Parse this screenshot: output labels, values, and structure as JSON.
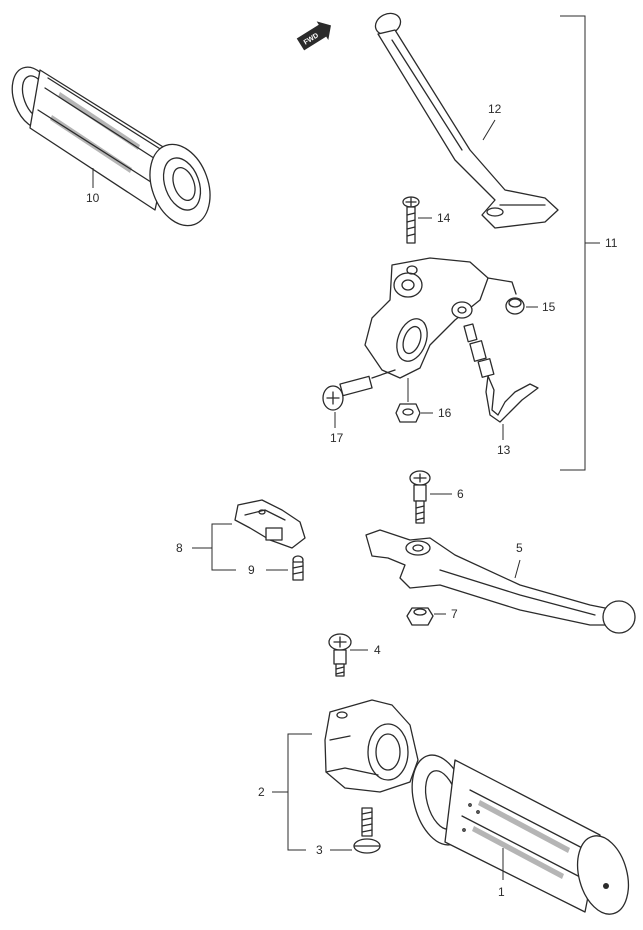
{
  "badge": {
    "text": "FWD"
  },
  "labels": {
    "p1": "1",
    "p2": "2",
    "p3": "3",
    "p4": "4",
    "p5": "5",
    "p6": "6",
    "p7": "7",
    "p8": "8",
    "p9": "9",
    "p10": "10",
    "p11": "11",
    "p12": "12",
    "p13": "13",
    "p14": "14",
    "p15": "15",
    "p16": "16",
    "p17": "17"
  },
  "colors": {
    "ink": "#2b2b2b",
    "background": "#ffffff"
  }
}
